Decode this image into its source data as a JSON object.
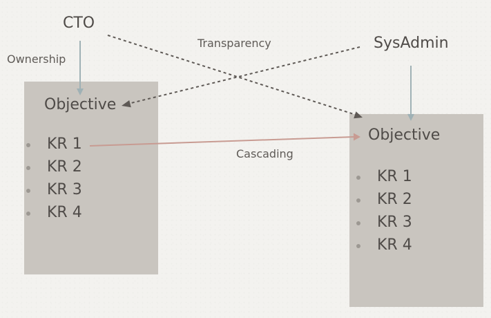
{
  "actors": {
    "cto": "CTO",
    "sysadmin": "SysAdmin"
  },
  "edge_labels": {
    "ownership": "Ownership",
    "transparency": "Transparency",
    "cascading": "Cascading"
  },
  "left_card": {
    "title": "Objective",
    "krs": [
      "KR 1",
      "KR 2",
      "KR 3",
      "KR 4"
    ]
  },
  "right_card": {
    "title": "Objective",
    "krs": [
      "KR 1",
      "KR 2",
      "KR 3",
      "KR 4"
    ]
  },
  "colors": {
    "card_fill": "#c9c5bf",
    "ownership_arrow": "#9fb1b5",
    "transparency_arrow": "#5e5955",
    "cascading_arrow": "#c89b92"
  }
}
